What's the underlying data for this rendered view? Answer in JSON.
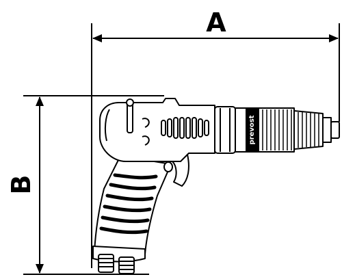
{
  "dimensions": {
    "a_label": "A",
    "b_label": "B"
  },
  "tool": {
    "brand_text": "prevost"
  }
}
